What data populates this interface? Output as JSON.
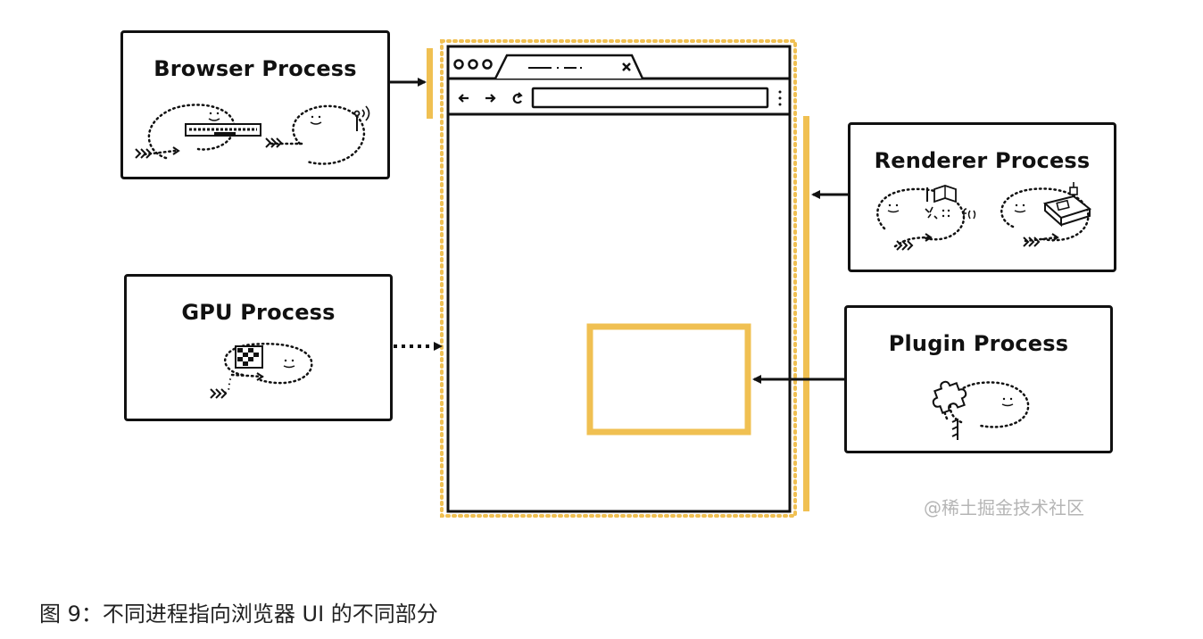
{
  "processes": {
    "browser": {
      "label": "Browser Process"
    },
    "gpu": {
      "label": "GPU Process"
    },
    "renderer": {
      "label": "Renderer Process"
    },
    "plugin": {
      "label": "Plugin Process"
    }
  },
  "colors": {
    "highlight": "#F0C052",
    "stroke": "#111111",
    "watermark": "#B5B5B5"
  },
  "watermark": "@稀土掘金技术社区",
  "caption": "图 9：不同进程指向浏览器 UI 的不同部分"
}
